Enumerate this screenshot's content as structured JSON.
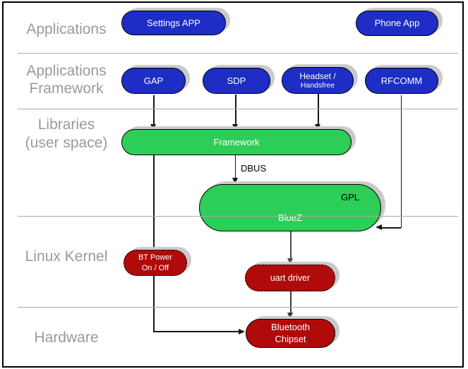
{
  "rows": [
    {
      "label": "Applications"
    },
    {
      "label": "Applications\nFramework"
    },
    {
      "label": "Libraries\n(user space)"
    },
    {
      "label": "Linux Kernel"
    },
    {
      "label": "Hardware"
    }
  ],
  "nodes": {
    "settings_app": {
      "label": "Settings APP"
    },
    "phone_app": {
      "label": "Phone App"
    },
    "gap": {
      "label": "GAP"
    },
    "sdp": {
      "label": "SDP"
    },
    "headset": {
      "line1": "Headset /",
      "line2": "Handsfree"
    },
    "rfcomm": {
      "label": "RFCOMM"
    },
    "framework": {
      "label": "Framework"
    },
    "bluez": {
      "label": "BlueZ",
      "license": "GPL"
    },
    "bt_power": {
      "label": "BT Power\nOn / Off"
    },
    "uart_driver": {
      "label": "uart driver"
    },
    "bluetooth_chipset": {
      "label": "Bluetooth\nChipset"
    }
  },
  "edges": {
    "dbus_label": "DBUS"
  },
  "colors": {
    "app_blue": "#1e2dc3",
    "lib_green": "#2dce58",
    "kernel_red": "#b10a0a",
    "row_label_grey": "#9a9a9a",
    "shadow_grey": "#c9c9c9"
  }
}
